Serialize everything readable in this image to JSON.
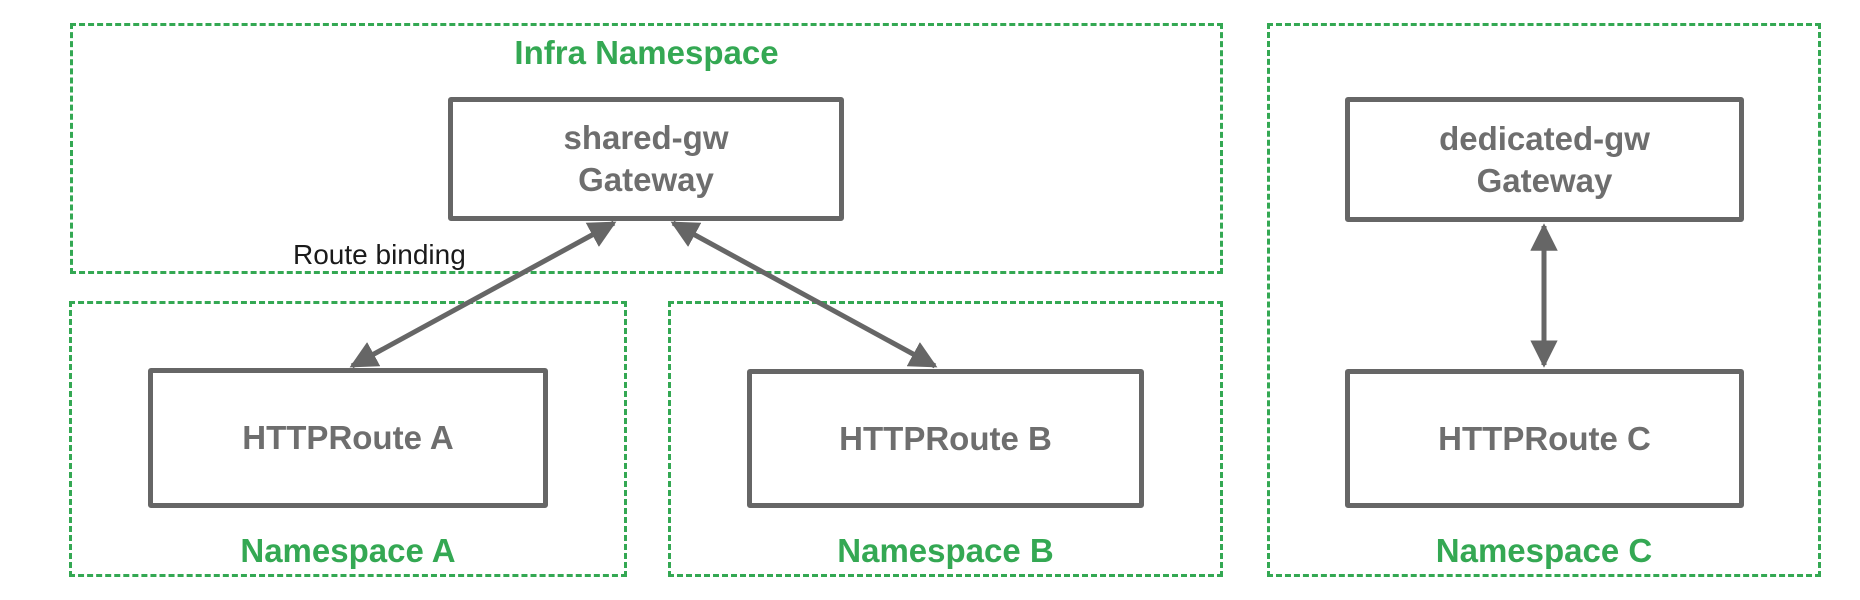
{
  "diagram": {
    "infra_namespace": {
      "label": "Infra Namespace",
      "gateway": {
        "name": "shared-gw",
        "kind": "Gateway"
      }
    },
    "namespace_a": {
      "label": "Namespace A",
      "route": "HTTPRoute A"
    },
    "namespace_b": {
      "label": "Namespace B",
      "route": "HTTPRoute B"
    },
    "namespace_c": {
      "label": "Namespace C",
      "gateway": {
        "name": "dedicated-gw",
        "kind": "Gateway"
      },
      "route": "HTTPRoute C"
    },
    "edge_label": "Route binding",
    "connections": [
      {
        "from": "HTTPRoute A",
        "to": "shared-gw Gateway",
        "bidirectional": true,
        "label": "Route binding"
      },
      {
        "from": "HTTPRoute B",
        "to": "shared-gw Gateway",
        "bidirectional": true,
        "label": ""
      },
      {
        "from": "HTTPRoute C",
        "to": "dedicated-gw Gateway",
        "bidirectional": true,
        "label": ""
      }
    ],
    "colors": {
      "namespace_green": "#34a853",
      "node_border_gray": "#666666",
      "node_text_gray": "#6e6e6e",
      "arrow_gray": "#666666",
      "edge_label_black": "#1a1a1a",
      "background": "#ffffff"
    }
  }
}
